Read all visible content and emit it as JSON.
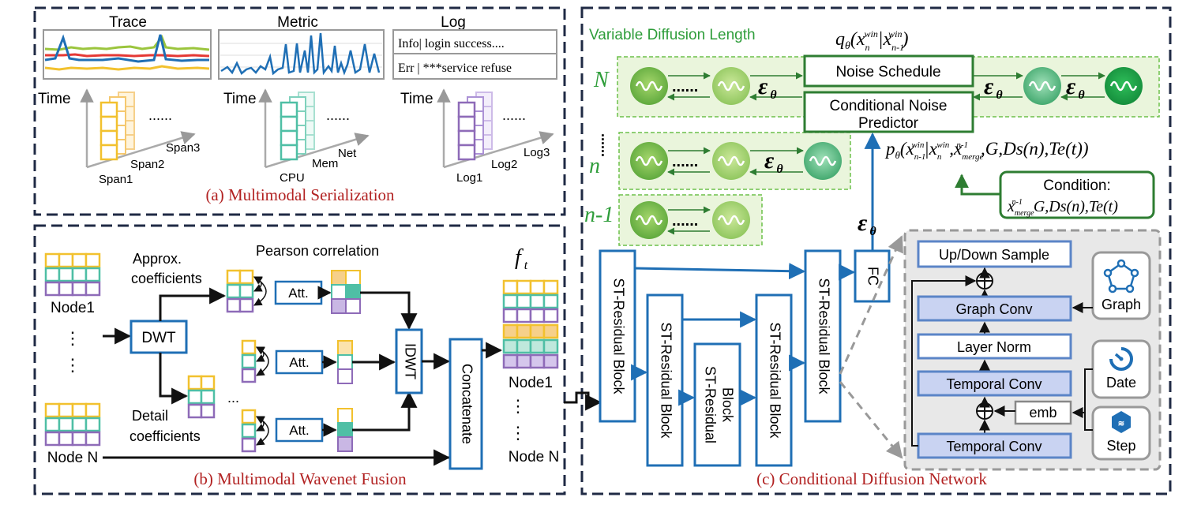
{
  "colors": {
    "panel_border": "#1f2a44",
    "blue": "#1f6fb5",
    "green_dark": "#2e7d32",
    "green_light": "#8bc34a",
    "red_caption": "#b22222",
    "yellow": "#f2c12e",
    "teal": "#4fbfa5",
    "purple": "#8e6bb8",
    "orange_fill": "#f6d08a",
    "gray_box": "#e8e8e8",
    "lavender": "#c9d3f2"
  },
  "panel_a": {
    "caption": "(a) Multimodal Serialization",
    "trace_title": "Trace",
    "metric_title": "Metric",
    "log_title": "Log",
    "log_line1": "Info| login success....",
    "log_line2": "Err | ***service refuse",
    "time_label": "Time",
    "dots": "......",
    "trace_axes": [
      "Span1",
      "Span2",
      "Span3"
    ],
    "metric_axes": [
      "CPU",
      "Mem",
      "Net"
    ],
    "log_axes": [
      "Log1",
      "Log2",
      "Log3"
    ]
  },
  "panel_b": {
    "caption": "(b) Multimodal Wavenet Fusion",
    "node1": "Node1",
    "nodeN": "Node N",
    "dwt": "DWT",
    "idwt": "IDWT",
    "concatenate": "Concatenate",
    "approx": "Approx.",
    "coefficients": "coefficients",
    "detail": "Detail",
    "pearson": "Pearson correlation",
    "att": "Att.",
    "ft_main": "f",
    "ft_sub": "t",
    "out_node1": "Node1",
    "out_nodeN": "Node N",
    "dots": "......",
    "dots_short": "..."
  },
  "panel_c": {
    "caption": "(c) Conditional Diffusion Network",
    "variable_length": "Variable Diffusion Length",
    "q_formula": {
      "main": "q",
      "theta": "θ",
      "x_open": "(x",
      "n_sub": "n",
      "win": "win",
      "bar": "|x",
      "nm1_sub": "n-1",
      "win2": "win",
      "close": ")"
    },
    "p_formula": {
      "p": "p",
      "theta": "θ",
      "open": "(x",
      "sub1": "n-1",
      "win1": "win",
      "bar": "|x",
      "sub2": "n",
      "win2": "win",
      "x3": ",x",
      "sub3": "merge",
      "sup3": "n-1",
      "rest": ",G,Ds(n),Te(t))"
    },
    "row_labels": [
      "N",
      "......",
      "n",
      "n-1"
    ],
    "eps_main": "ε",
    "eps_sub": "θ",
    "noise_schedule": "Noise Schedule",
    "conditional_noise": "Conditional Noise",
    "predictor": "Predictor",
    "condition_title": "Condition:",
    "condition_formula": {
      "x": "x",
      "sub": "merge",
      "sup": "n-1",
      "rest": "G,Ds(n),Te(t)"
    },
    "chain_dots": "......",
    "st_residual": "ST-Residual Block",
    "st_residual_line1": "ST-Residual",
    "st_residual_line2": "Block",
    "fc": "FC",
    "updown": "Up/Down Sample",
    "graph_conv": "Graph Conv",
    "layer_norm": "Layer Norm",
    "temporal_conv": "Temporal Conv",
    "emb": "emb",
    "graph": "Graph",
    "date": "Date",
    "step": "Step"
  }
}
